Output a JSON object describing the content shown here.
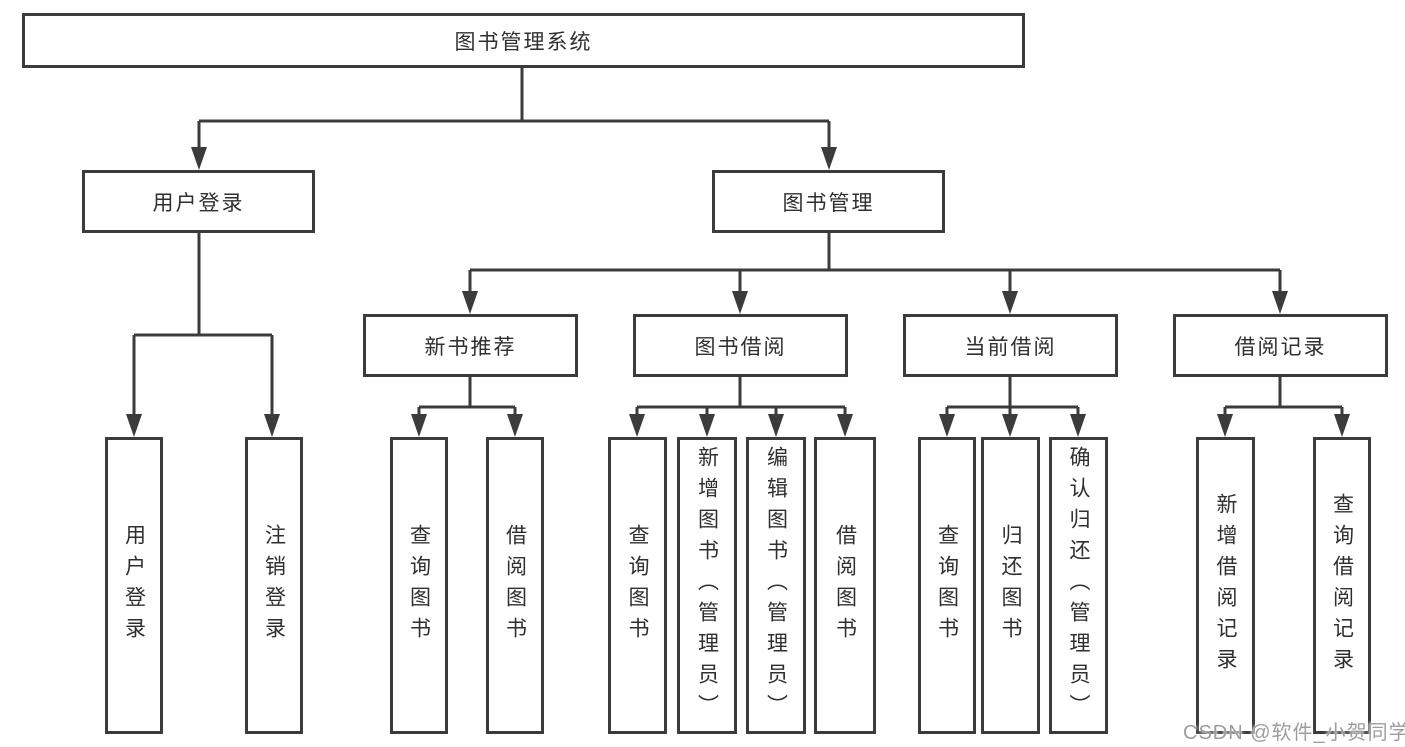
{
  "diagram": {
    "root": {
      "label": "图书管理系统"
    },
    "level2": [
      {
        "label": "用户登录"
      },
      {
        "label": "图书管理"
      }
    ],
    "level3": [
      {
        "label": "新书推荐",
        "parent": "图书管理"
      },
      {
        "label": "图书借阅",
        "parent": "图书管理"
      },
      {
        "label": "当前借阅",
        "parent": "图书管理"
      },
      {
        "label": "借阅记录",
        "parent": "图书管理"
      }
    ],
    "level4": [
      {
        "label": "用户登录",
        "parent": "用户登录"
      },
      {
        "label": "注销登录",
        "parent": "用户登录"
      },
      {
        "label": "查询图书",
        "parent": "新书推荐"
      },
      {
        "label": "借阅图书",
        "parent": "新书推荐"
      },
      {
        "label": "查询图书",
        "parent": "图书借阅"
      },
      {
        "label": "新增图书（管理员）",
        "parent": "图书借阅"
      },
      {
        "label": "编辑图书（管理员）",
        "parent": "图书借阅"
      },
      {
        "label": "借阅图书",
        "parent": "图书借阅"
      },
      {
        "label": "查询图书",
        "parent": "当前借阅"
      },
      {
        "label": "归还图书",
        "parent": "当前借阅"
      },
      {
        "label": "确认归还（管理员）",
        "parent": "当前借阅"
      },
      {
        "label": "新增借阅记录",
        "parent": "借阅记录"
      },
      {
        "label": "查询借阅记录",
        "parent": "借阅记录"
      }
    ]
  },
  "watermark": {
    "text": "CSDN @软件_小贺同学"
  },
  "colors": {
    "line": "#3b3b3b",
    "box_border": "#3b3b3b",
    "text": "#2f2f2f",
    "watermark": "#9d9d9d",
    "background": "#ffffff"
  }
}
